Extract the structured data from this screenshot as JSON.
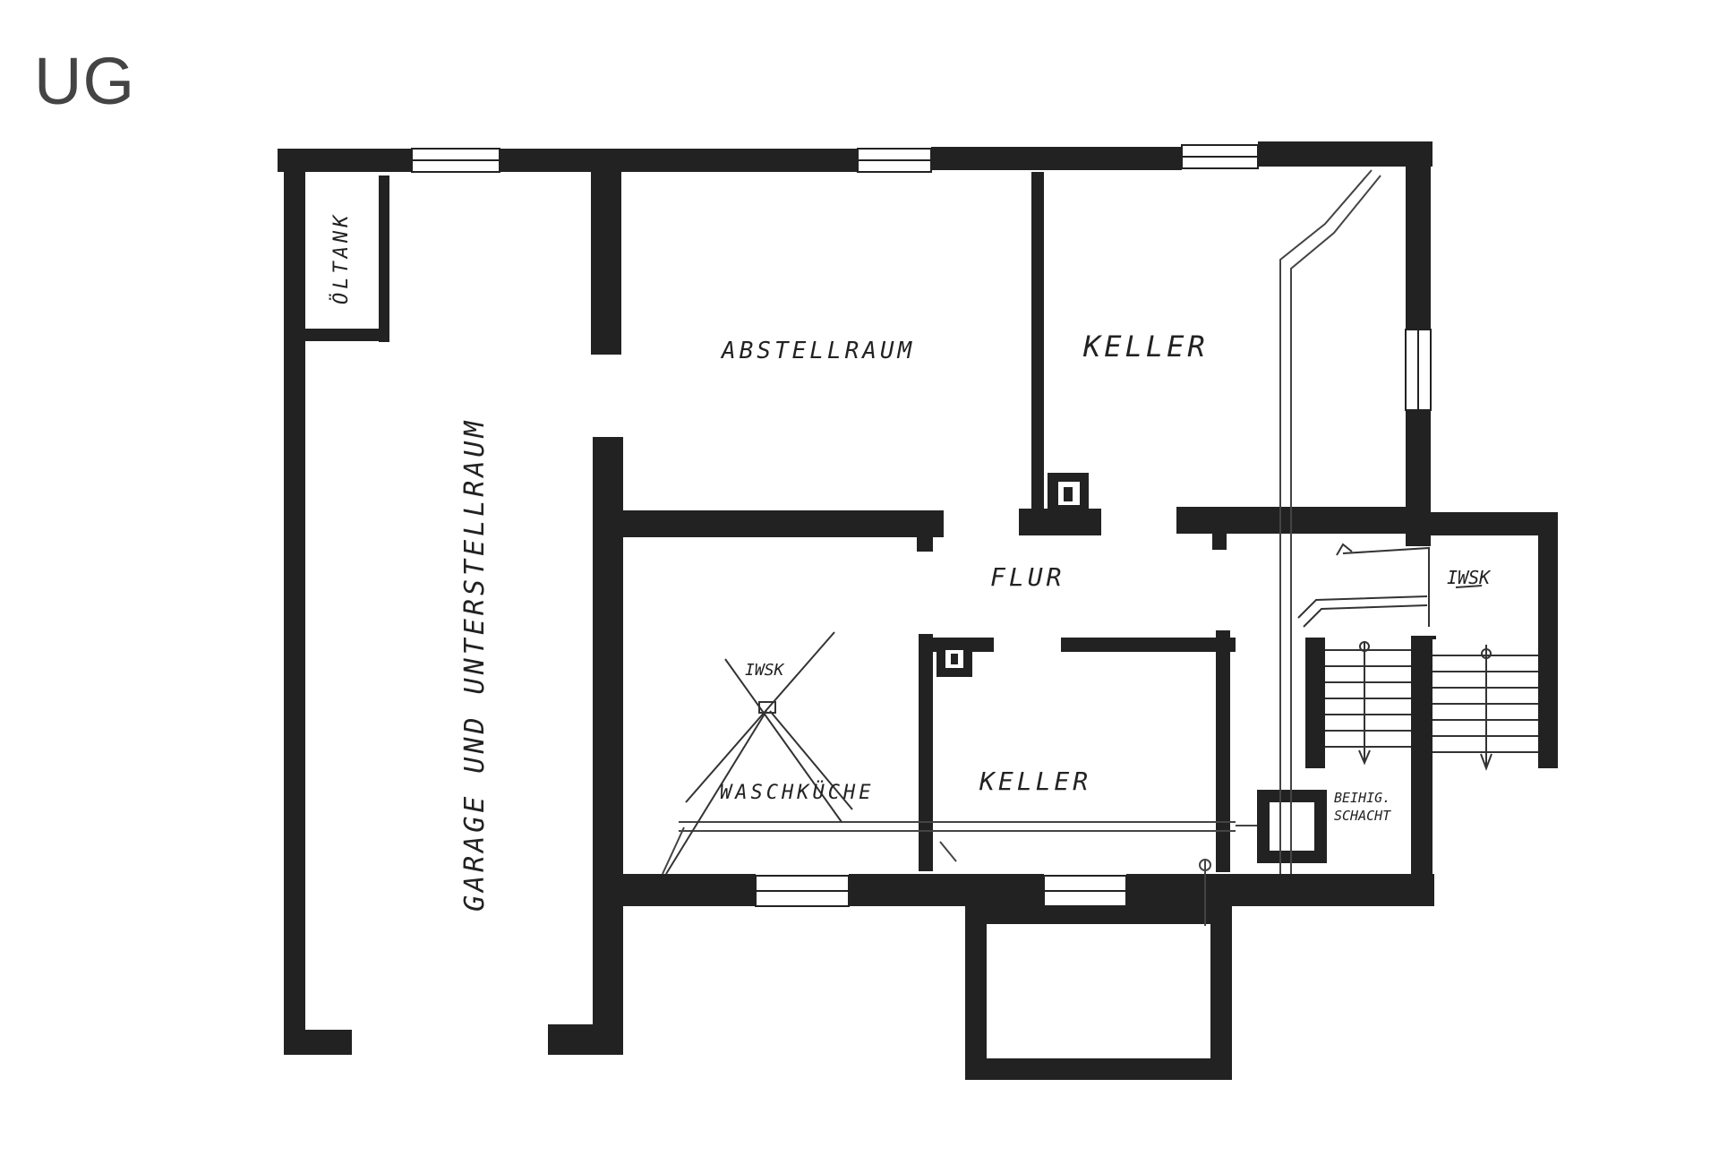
{
  "floor": {
    "label": "UG"
  },
  "rooms": {
    "oeltank": "ÖLTANK",
    "garage": "GARAGE UND UNTERSTELLRAUM",
    "abstellraum": "ABSTELLRAUM",
    "keller_top": "KELLER",
    "flur": "FLUR",
    "waschkueche": "WASCHKÜCHE",
    "keller_bottom": "KELLER"
  },
  "annotations": {
    "iwsk_stair": "IWSK",
    "iwsk_wasch": "IWSK",
    "schacht_line1": "BEIHIG.",
    "schacht_line2": "SCHACHT"
  },
  "colors": {
    "wall": "#222222",
    "background": "#ffffff",
    "label": "#444444"
  }
}
